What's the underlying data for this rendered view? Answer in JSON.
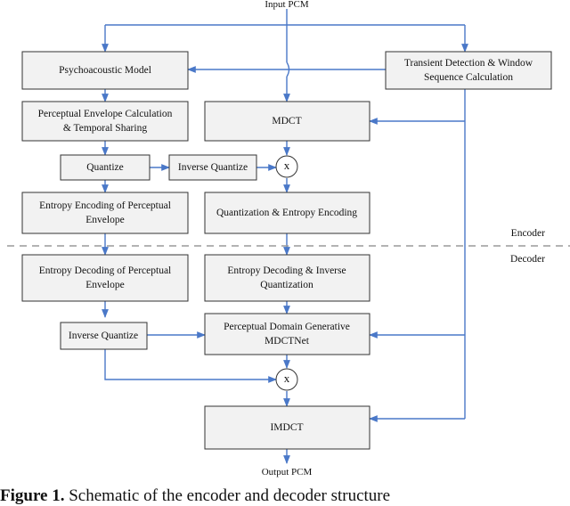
{
  "figure": {
    "input_label": "Input PCM",
    "output_label": "Output PCM",
    "section_labels": {
      "encoder": "Encoder",
      "decoder": "Decoder"
    },
    "multiply_symbol": "x",
    "nodes": {
      "psychoacoustic": [
        "Psychoacoustic Model"
      ],
      "transient": [
        "Transient Detection & Window",
        "Sequence Calculation"
      ],
      "perceptual_env": [
        "Perceptual Envelope Calculation",
        "& Temporal Sharing"
      ],
      "mdct": [
        "MDCT"
      ],
      "quantize": [
        "Quantize"
      ],
      "inv_quant_enc": [
        "Inverse Quantize"
      ],
      "entropy_enc_env": [
        "Entropy Encoding of Perceptual",
        "Envelope"
      ],
      "quant_entropy_enc": [
        "Quantization & Entropy Encoding"
      ],
      "entropy_dec_env": [
        "Entropy Decoding of Perceptual",
        "Envelope"
      ],
      "entropy_dec_inv": [
        "Entropy Decoding & Inverse",
        "Quantization"
      ],
      "inv_quant_dec": [
        "Inverse Quantize"
      ],
      "mdctnet": [
        "Perceptual Domain Generative",
        "MDCTNet"
      ],
      "imdct": [
        "IMDCT"
      ]
    }
  },
  "caption": {
    "label": "Figure 1.",
    "text": " Schematic of the encoder and decoder structure"
  }
}
